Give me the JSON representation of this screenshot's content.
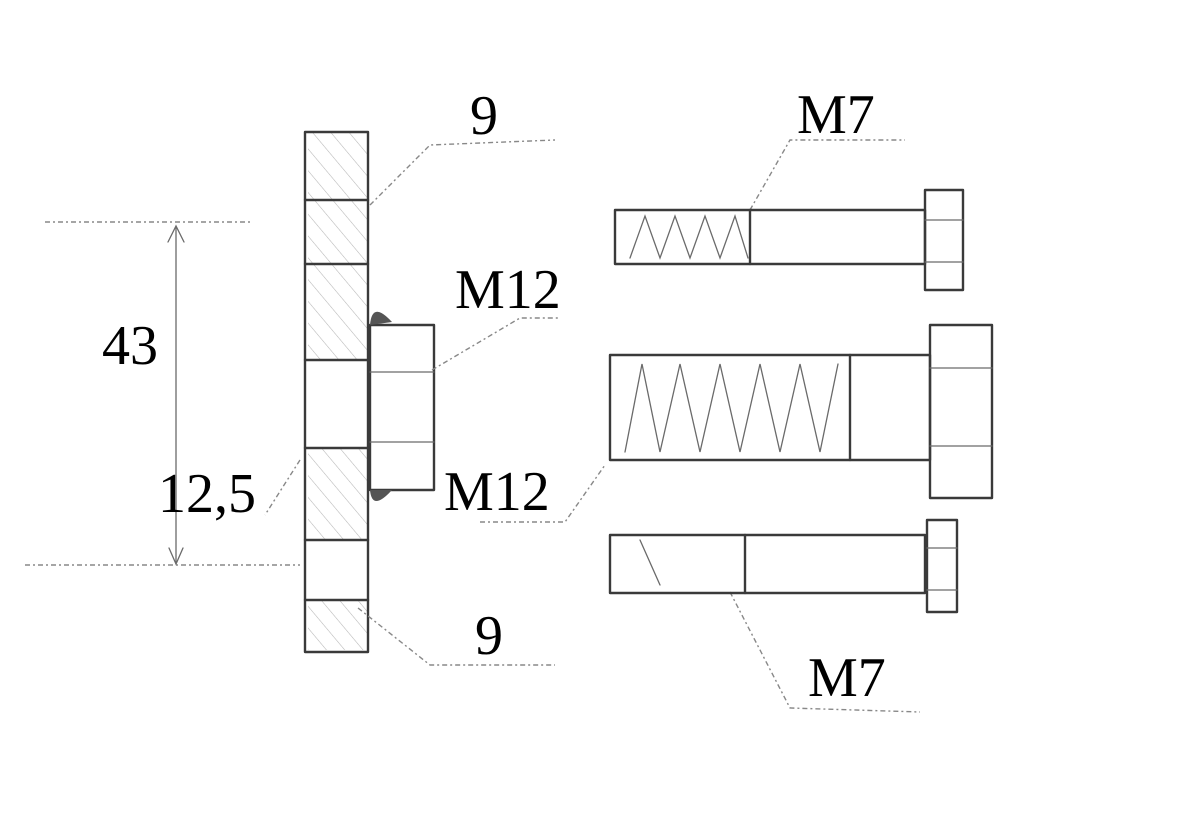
{
  "labels": {
    "dim_total": "43",
    "dim_hole": "12,5",
    "plate_top": "9",
    "plate_bottom": "9",
    "nut_upper": "M12",
    "nut_lower": "M12",
    "bolt_top": "M7",
    "bolt_bottom": "M7"
  },
  "colors": {
    "pencil": "#3a3a3a",
    "hatch": "#b5b5b5",
    "text": "#000000"
  }
}
